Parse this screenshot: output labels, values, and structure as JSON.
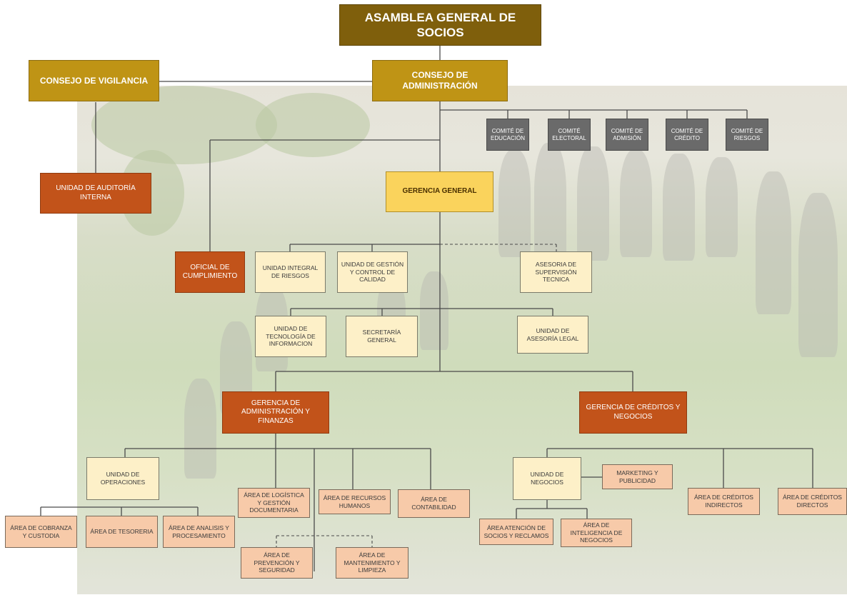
{
  "title_box": "ASAMBLEA GENERAL DE SOCIOS",
  "consejo_vigilancia": "CONSEJO DE VIGILANCIA",
  "consejo_administracion": "CONSEJO DE ADMINISTRACIÓN",
  "committees": [
    "COMITÉ DE EDUCACIÓN",
    "COMITÉ ELECTORAL",
    "COMITÉ DE ADMISIÓN",
    "COMITÉ DE CRÉDITO",
    "COMITÉ DE RIESGOS"
  ],
  "auditoria": "UNIDAD DE AUDITORÍA INTERNA",
  "gerencia_general": "GERENCIA GENERAL",
  "oficial": "OFICIAL DE CUMPLIMIENTO",
  "riesgos": "UNIDAD INTEGRAL DE RIESGOS",
  "gestion_calidad": "UNIDAD DE GESTIÓN Y CONTROL DE CALIDAD",
  "asesoria_supervision": "ASESORIA DE SUPERVISIÓN TECNICA",
  "tecnologia": "UNIDAD DE TECNOLOGÍA DE INFORMACION",
  "secretaria": "SECRETARÍA GENERAL",
  "asesoria_legal": "UNIDAD DE ASESORÍA LEGAL",
  "gerencia_admin": "GERENCIA DE ADMINISTRACIÓN Y FINANZAS",
  "gerencia_creditos": "GERENCIA DE CRÉDITOS Y NEGOCIOS",
  "operaciones": "UNIDAD DE OPERACIONES",
  "logistica": "ÁREA DE LOGÍSTICA Y GESTIÓN DOCUMENTARIA",
  "recursos_humanos": "ÁREA DE RECURSOS HUMANOS",
  "contabilidad": "ÁREA DE CONTABILIDAD",
  "cobranza": "ÁREA DE COBRANZA Y CUSTODIA",
  "tesoreria": "ÁREA DE TESORERIA",
  "analisis": "ÁREA DE ANALISIS Y PROCESAMIENTO",
  "prevencion": "ÁREA DE PREVENCIÓN Y SEGURIDAD",
  "mantenimiento": "ÁREA DE MANTENIMIENTO Y LIMPIEZA",
  "negocios": "UNIDAD DE NEGOCIOS",
  "marketing": "MARKETING Y PUBLICIDAD",
  "creditos_indirectos": "ÁREA DE CRÉDITOS INDIRECTOS",
  "creditos_directos": "ÁREA DE CRÉDITOS DIRECTOS",
  "atencion_socios": "ÁREA ATENCIÓN DE SOCIOS Y RECLAMOS",
  "inteligencia": "ÁREA DE INTELIGENCIA DE NEGOCIOS",
  "colors": {
    "dark_gold": "#7f5f0c",
    "gold": "#bf9415",
    "rust": "#c2531a",
    "yellow": "#fad35c",
    "cream": "#fdf0c8",
    "peach": "#f7caa9",
    "gray": "#6a6a6a",
    "connector": "#4a4a4a"
  }
}
